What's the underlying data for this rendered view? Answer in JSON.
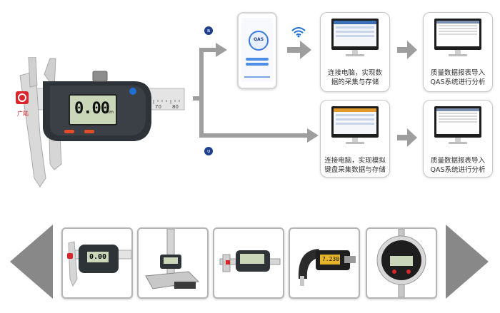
{
  "caliper": {
    "brand": "广陆",
    "display": "0.00",
    "unit": "mm",
    "scale_marks": [
      "70",
      "80"
    ]
  },
  "phone": {
    "logo_text": "QAS"
  },
  "cards": {
    "wifi_pc": {
      "label": "连接电脑，实现数\n据的采集与存储"
    },
    "wifi_qas": {
      "label": "质量数据报表导入\nQAS系统进行分析"
    },
    "usb_pc": {
      "label": "连接电脑，实现模拟\n键盘采集数据与存储"
    },
    "usb_qas": {
      "label": "质量数据报表导入\nQAS系统进行分析"
    }
  },
  "carousel": {
    "items": [
      {
        "name": "digital-caliper",
        "display": "0.00"
      },
      {
        "name": "height-gauge",
        "display": ""
      },
      {
        "name": "depth-gauge",
        "display": ""
      },
      {
        "name": "micrometer",
        "display": "7.230"
      },
      {
        "name": "dial-indicator",
        "display": ""
      }
    ]
  },
  "colors": {
    "accent_blue": "#1f3f8f",
    "arrow_gray": "#9e9e9e",
    "lcd": "#c9d7b8",
    "caliper_dark": "#2e3338",
    "brand_red": "#d8262c"
  }
}
